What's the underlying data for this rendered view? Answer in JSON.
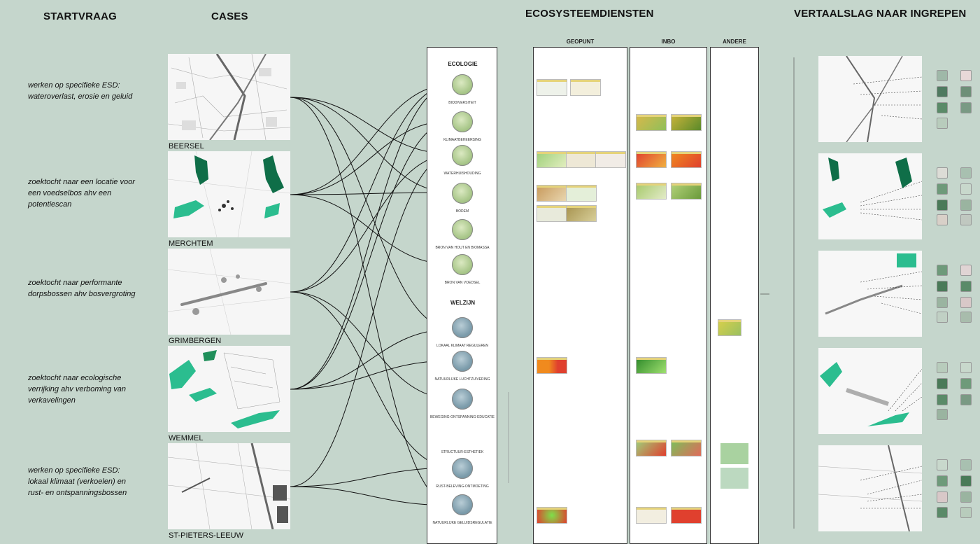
{
  "headers": {
    "startvraag": "STARTVRAAG",
    "cases": "CASES",
    "ecosysteemdiensten": "ECOSYSTEEMDIENSTEN",
    "vertaalslag": "VERTAALSLAG NAAR INGREPEN"
  },
  "questions": [
    "werken op specifieke ESD: wateroverlast, erosie en geluid",
    "zoektocht naar een locatie voor een voedselbos ahv een potentiescan",
    "zoektocht naar performante dorpsbossen ahv bosvergroting",
    "zoektocht naar ecologische verrijking ahv verboming van verkavelingen",
    "werken op specifieke ESD: lokaal klimaat (verkoelen) en rust- en ontspanningsbossen"
  ],
  "cases": [
    "BEERSEL",
    "MERCHTEM",
    "GRIMBERGEN",
    "WEMMEL",
    "ST-PIETERS-LEEUW"
  ],
  "ecologie": {
    "title": "ECOLOGIE",
    "items": [
      "BIODIVERSITEIT",
      "KLIMAATBEHEERSING",
      "WATERHUISHOUDING",
      "BODEM",
      "BRON VAN HOUT EN BIOMASSA",
      "BRON VAN VOEDSEL"
    ]
  },
  "welzijn": {
    "title": "WELZIJN",
    "items": [
      "LOKAAL KLIMAAT REGULEREN",
      "NATUURLIJKE LUCHTZUIVERING",
      "BEWEGING-ONTSPANNING-EDUCATIE",
      "STRUCTUUR-ESTHETIEK",
      "RUST-BELEVING-ONTMOETING",
      "NATUURLIJKE GELUIDSREGULATIE"
    ]
  },
  "sources": [
    "GEOPUNT",
    "INBO",
    "ANDERE"
  ],
  "colors": {
    "background": "#c5d6cc",
    "green_accent": "#1f8f5a",
    "teal_accent": "#2bbd8f",
    "map_red": "#e0402e",
    "map_yellow": "#e5d37a"
  }
}
